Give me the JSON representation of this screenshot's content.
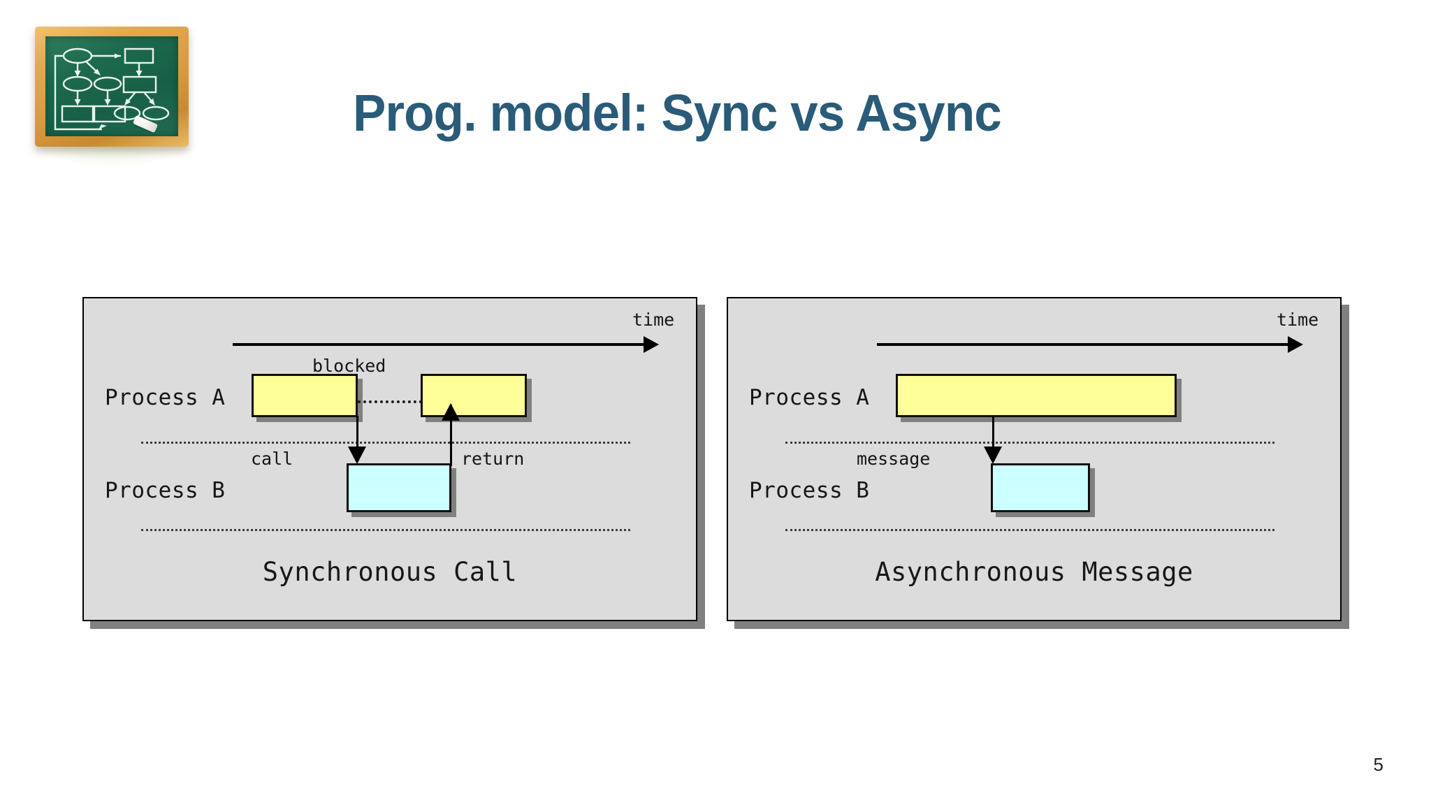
{
  "slide": {
    "title": "Prog. model: Sync vs Async",
    "page_number": "5",
    "title_color": "#2a5b78",
    "background_color": "#ffffff"
  },
  "logo": {
    "name": "chalkboard-flowchart-logo",
    "board_color": "#1d6a4e",
    "frame_color": "#e3a94e",
    "chalk_color": "#ffffff"
  },
  "diagrams": [
    {
      "id": "synchronous-call",
      "caption": "Synchronous Call",
      "time_axis_label": "time",
      "lanes": [
        {
          "label": "Process A"
        },
        {
          "label": "Process B"
        }
      ],
      "edge_labels": {
        "blocked": "blocked",
        "call": "call",
        "return": "return"
      },
      "activity_boxes": [
        {
          "lane": "Process A",
          "color": "#ffff99",
          "segment": "before-call"
        },
        {
          "lane": "Process A",
          "color": "#ffff99",
          "segment": "after-return"
        },
        {
          "lane": "Process B",
          "color": "#ccffff",
          "segment": "service"
        }
      ]
    },
    {
      "id": "asynchronous-message",
      "caption": "Asynchronous Message",
      "time_axis_label": "time",
      "lanes": [
        {
          "label": "Process A"
        },
        {
          "label": "Process B"
        }
      ],
      "edge_labels": {
        "message": "message"
      },
      "activity_boxes": [
        {
          "lane": "Process A",
          "color": "#ffff99",
          "segment": "continuous"
        },
        {
          "lane": "Process B",
          "color": "#ccffff",
          "segment": "handler"
        }
      ]
    }
  ]
}
